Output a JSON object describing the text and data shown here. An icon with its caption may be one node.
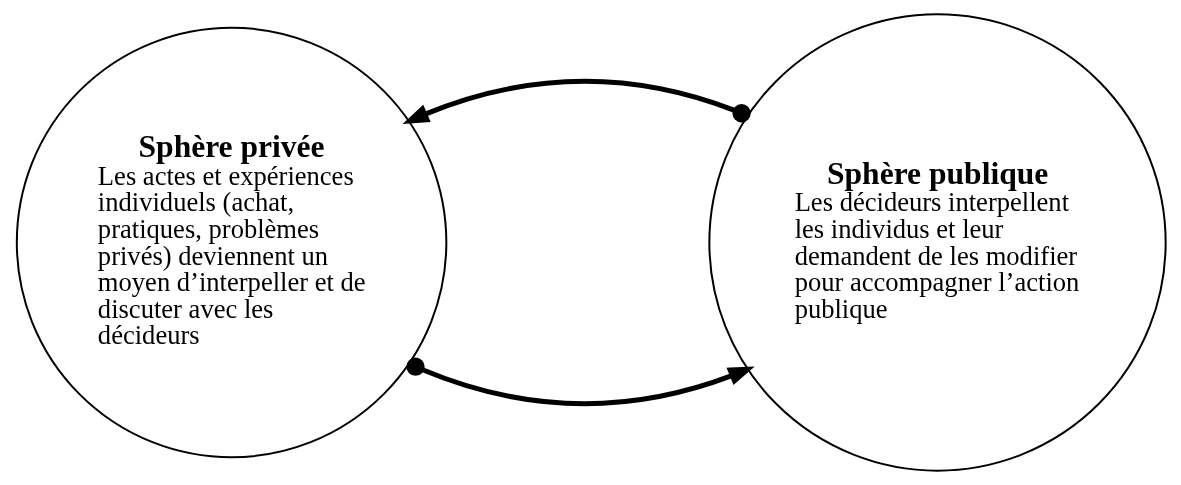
{
  "diagram": {
    "nodes": [
      {
        "text": [
          "Sphère privée",
          "Les actes et expériences individuels (achat, pratiques, problèmes privés) deviennent un moyen d’interpeller et de discuter avec les décideurs"
        ]
      },
      {
        "text": [
          "Sphère publique",
          "Les décideurs interpellent les individus et leur demandent de les modifier pour accompagner l’action publique"
        ]
      }
    ],
    "edges": [
      {
        "from": 0,
        "to": 1,
        "arrow": "to"
      },
      {
        "from": 1,
        "to": 0,
        "arrow": "to"
      }
    ]
  }
}
